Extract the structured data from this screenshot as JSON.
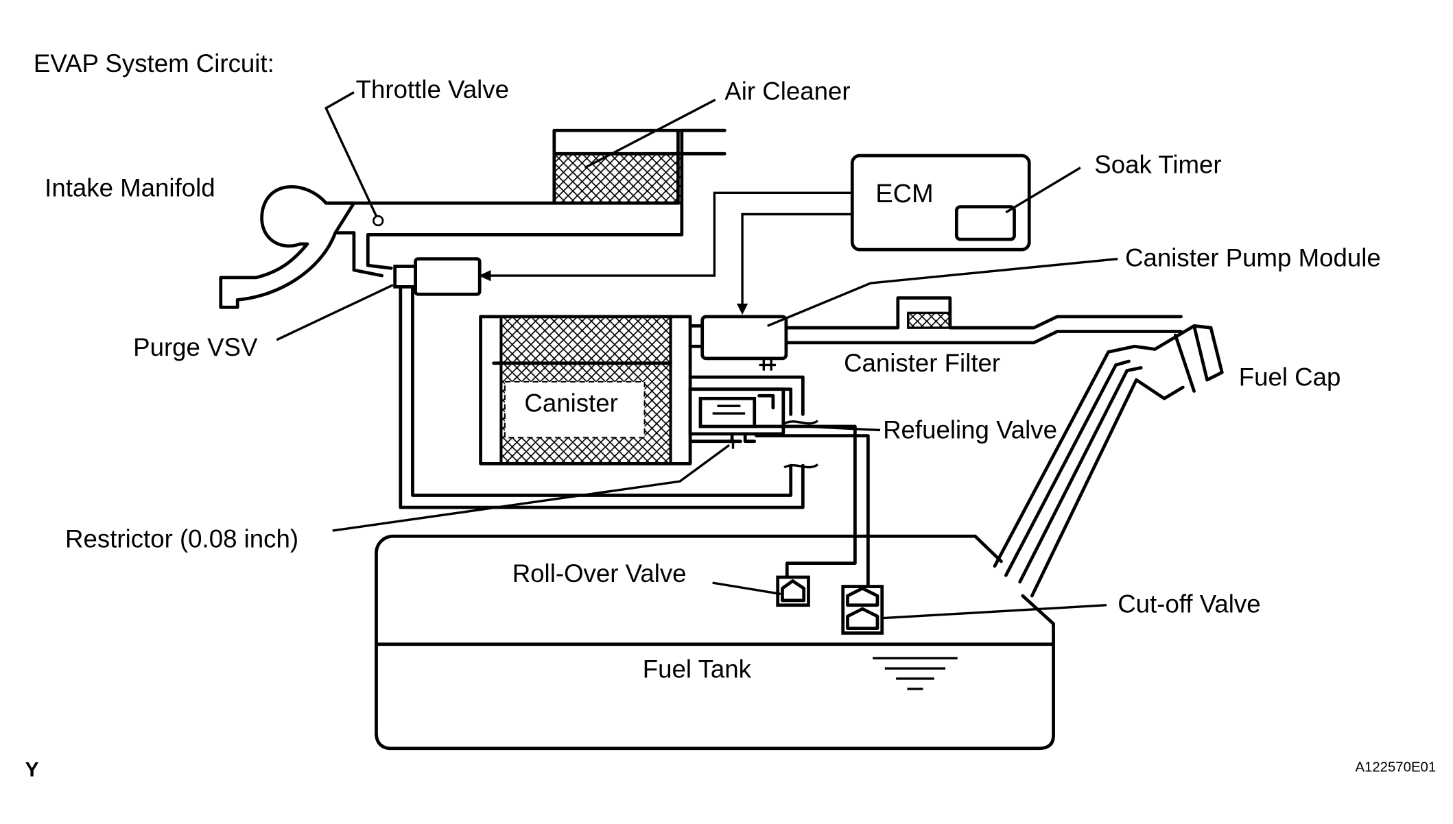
{
  "title": "EVAP System Circuit:",
  "labels": {
    "throttle_valve": "Throttle Valve",
    "air_cleaner": "Air Cleaner",
    "intake_manifold": "Intake Manifold",
    "ecm": "ECM",
    "soak_timer": "Soak Timer",
    "canister_pump_module": "Canister Pump Module",
    "purge_vsv": "Purge VSV",
    "canister_filter": "Canister Filter",
    "fuel_cap": "Fuel Cap",
    "canister": "Canister",
    "refueling_valve": "Refueling Valve",
    "restrictor": "Restrictor (0.08 inch)",
    "roll_over_valve": "Roll-Over Valve",
    "cut_off_valve": "Cut-off Valve",
    "fuel_tank": "Fuel Tank"
  },
  "corner_mark": "Y",
  "figure_code": "A122570E01"
}
